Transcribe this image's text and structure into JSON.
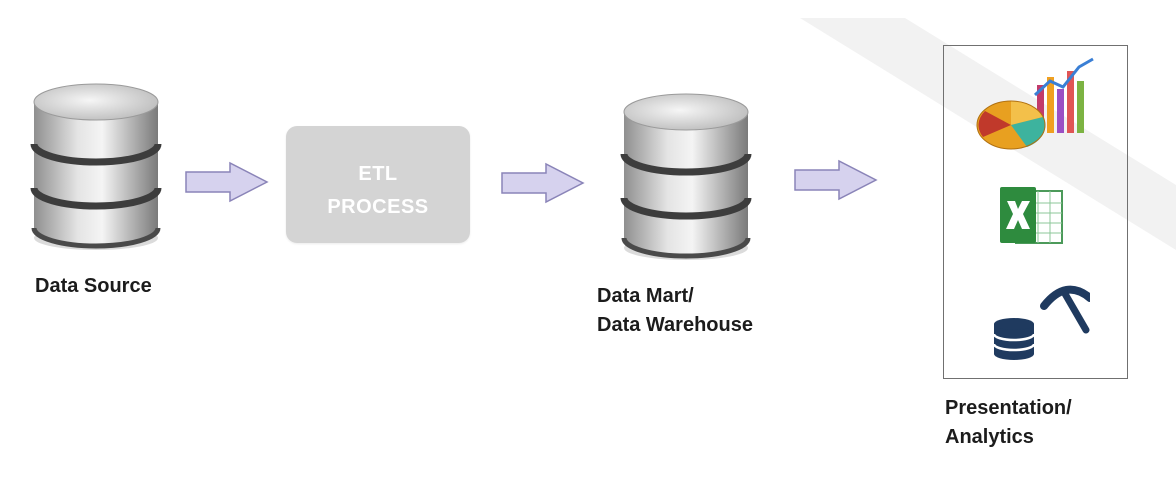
{
  "diagram": {
    "nodes": {
      "data_source": {
        "label": "Data Source",
        "icon": "database-cylinder-icon"
      },
      "etl": {
        "line1": "ETL",
        "line2": "PROCESS"
      },
      "data_warehouse": {
        "line1": "Data Mart/",
        "line2": "Data Warehouse",
        "icon": "database-cylinder-icon"
      },
      "presentation": {
        "line1": "Presentation/",
        "line2": "Analytics",
        "icons": [
          "chart-analytics-icon",
          "excel-spreadsheet-icon",
          "data-mining-icon"
        ]
      }
    },
    "edges": [
      {
        "from": "data_source",
        "to": "etl"
      },
      {
        "from": "etl",
        "to": "data_warehouse"
      },
      {
        "from": "data_warehouse",
        "to": "presentation"
      }
    ],
    "colors": {
      "arrow_fill": "#d6d2ee",
      "arrow_stroke": "#8a84b8",
      "etl_box": "#d4d4d4",
      "cylinder_mid": "#c2c2c2",
      "excel_green": "#2e8b3e",
      "mining_navy": "#1f3a5f"
    }
  }
}
